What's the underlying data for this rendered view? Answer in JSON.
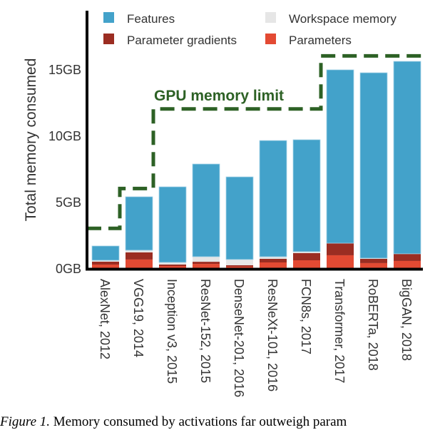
{
  "chart_data": {
    "type": "bar",
    "stacked": true,
    "title": "",
    "xlabel": "",
    "ylabel": "Total memory consumed",
    "ylim": [
      0,
      19.5
    ],
    "yticks": [
      0,
      5,
      10,
      15
    ],
    "ytick_labels": [
      "0GB",
      "5GB",
      "10GB",
      "15GB"
    ],
    "grid": false,
    "legend_position": "top",
    "categories": [
      "AlexNet, 2012",
      "VGG19, 2014",
      "Inception v3, 2015",
      "ResNet-152, 2015",
      "DenseNet-201, 2016",
      "ResNeXt-101, 2016",
      "FCN8s, 2017",
      "Transformer, 2017",
      "RoBERTa, 2018",
      "BigGAN, 2018"
    ],
    "series": [
      {
        "name": "Parameters",
        "color": "#e34a33",
        "values": [
          0.27,
          0.65,
          0.16,
          0.32,
          0.11,
          0.43,
          0.59,
          0.97,
          0.38,
          0.54
        ]
      },
      {
        "name": "Parameter gradients",
        "color": "#9b2d22",
        "values": [
          0.22,
          0.54,
          0.11,
          0.16,
          0.11,
          0.27,
          0.54,
          0.91,
          0.32,
          0.54
        ]
      },
      {
        "name": "Workspace memory",
        "color": "#e6e6e6",
        "values": [
          0.1,
          0.16,
          0.16,
          0.38,
          0.43,
          0.16,
          0.11,
          0.0,
          0.05,
          0.0
        ]
      },
      {
        "name": "Features",
        "color": "#43a2ca",
        "values": [
          1.08,
          4.03,
          5.7,
          6.99,
          6.23,
          8.76,
          8.44,
          13.07,
          13.98,
          14.51
        ]
      }
    ],
    "totals": [
      1.67,
      5.38,
      6.13,
      7.85,
      6.88,
      9.62,
      9.68,
      14.95,
      14.73,
      15.59
    ],
    "annotations": [
      {
        "text": "GPU memory limit",
        "color": "#2d6125",
        "style": "dashed-step-line",
        "steps": [
          3.0,
          6.0,
          12.0,
          12.0,
          12.0,
          12.0,
          12.0,
          16.0,
          16.0,
          16.0
        ]
      }
    ],
    "legend": [
      "Features",
      "Workspace memory",
      "Parameter gradients",
      "Parameters"
    ]
  },
  "caption": {
    "figure_label": "Figure 1.",
    "text": " Memory consumed by activations far outweigh param"
  }
}
